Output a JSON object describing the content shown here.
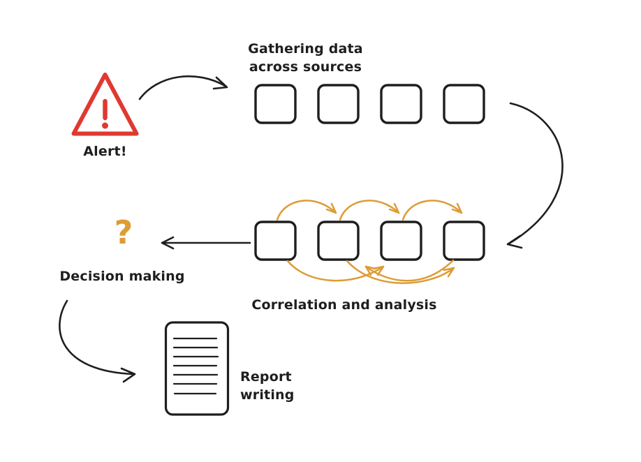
{
  "diagram": {
    "background": "#ffffff",
    "colors": {
      "ink": "#1e1e1e",
      "alert_red": "#e0392f",
      "accent_orange": "#dd9c35"
    },
    "labels": {
      "alert": "Alert!",
      "gathering": "Gathering data\nacross sources",
      "correlation": "Correlation and analysis",
      "decision": "Decision making",
      "decision_symbol": "?",
      "report": "Report\nwriting"
    },
    "nodes": [
      {
        "id": "alert",
        "icon": "warning-triangle-icon",
        "label": "Alert!"
      },
      {
        "id": "gathering",
        "icon": "box-row",
        "box_count": 4,
        "label": "Gathering data across sources"
      },
      {
        "id": "correlation",
        "icon": "box-row",
        "box_count": 4,
        "label": "Correlation and analysis"
      },
      {
        "id": "decision",
        "icon": "question-mark-icon",
        "label": "Decision making"
      },
      {
        "id": "report",
        "icon": "document-icon",
        "label": "Report writing"
      }
    ],
    "edges": [
      {
        "from": "alert",
        "to": "gathering",
        "color": "ink",
        "shape": "curved-arrow"
      },
      {
        "from": "gathering",
        "to": "correlation",
        "color": "ink",
        "shape": "curved-arrow"
      },
      {
        "from": "correlation",
        "to": "decision",
        "color": "ink",
        "shape": "straight-arrow"
      },
      {
        "from": "decision",
        "to": "report",
        "color": "ink",
        "shape": "curved-arrow"
      },
      {
        "from": "correlation-box-1",
        "to": "correlation-box-2",
        "color": "accent_orange",
        "shape": "arc-over"
      },
      {
        "from": "correlation-box-2",
        "to": "correlation-box-3",
        "color": "accent_orange",
        "shape": "arc-over"
      },
      {
        "from": "correlation-box-3",
        "to": "correlation-box-4",
        "color": "accent_orange",
        "shape": "arc-over"
      },
      {
        "from": "correlation-box-1",
        "to": "correlation-box-3",
        "color": "accent_orange",
        "shape": "arc-under"
      },
      {
        "from": "correlation-box-2",
        "to": "correlation-box-4",
        "color": "accent_orange",
        "shape": "arc-under"
      },
      {
        "from": "correlation-box-4",
        "to": "correlation-box-2",
        "color": "accent_orange",
        "shape": "arc-under"
      }
    ]
  }
}
